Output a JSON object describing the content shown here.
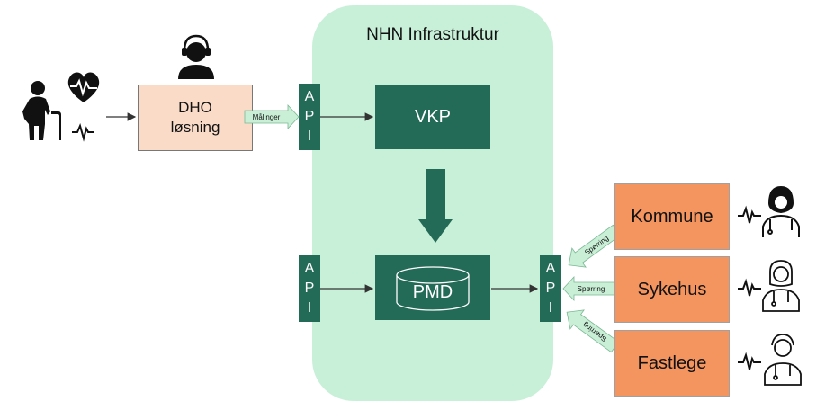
{
  "infra": {
    "title": "NHN Infrastruktur"
  },
  "dho": {
    "line1": "DHO",
    "line2": "løsning"
  },
  "api": {
    "letters": [
      "A",
      "P",
      "I"
    ]
  },
  "vkp": {
    "label": "VKP"
  },
  "pmd": {
    "label": "PMD"
  },
  "arrows": {
    "malinger": "Målinger",
    "sporring_kommune": "Spørring",
    "sporring_sykehus": "Spørring",
    "sporring_fastlege": "Spørring"
  },
  "actors": {
    "kommune": "Kommune",
    "sykehus": "Sykehus",
    "fastlege": "Fastlege"
  },
  "colors": {
    "infra_bg": "#c8f0d8",
    "dark_green": "#246b57",
    "dho_bg": "#f9dbc8",
    "orange": "#f4955f",
    "light_arrow": "#c9efd6"
  }
}
